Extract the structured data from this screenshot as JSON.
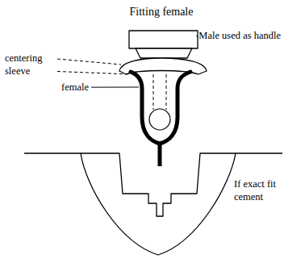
{
  "diagram": {
    "title": "Fitting female",
    "labels": [
      "Male used as handle",
      "centering sleeve",
      "female",
      "If exact fit cement"
    ]
  }
}
